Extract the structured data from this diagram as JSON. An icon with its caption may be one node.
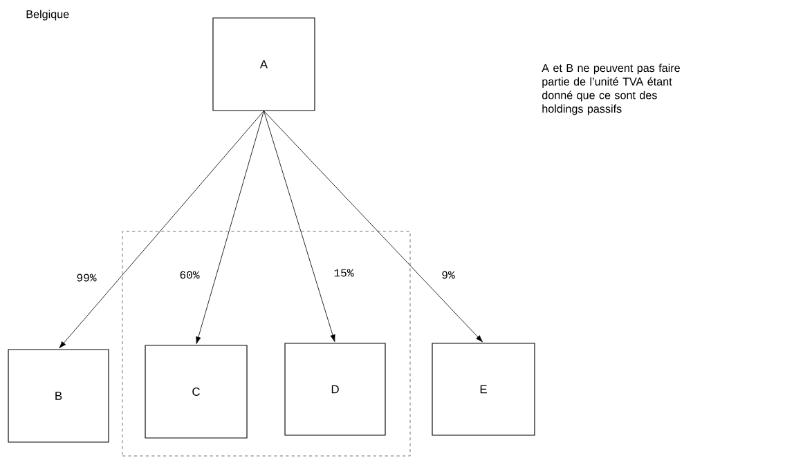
{
  "diagram": {
    "nodes": [
      {
        "text": [
          "A"
        ]
      },
      {
        "text": [
          "B"
        ]
      },
      {
        "text": [],
        "shape": "box"
      },
      {
        "text": [
          "C"
        ],
        "in": 2
      },
      {
        "text": [
          "D"
        ],
        "in": 2
      },
      {
        "text": [
          "E"
        ]
      }
    ],
    "edges": [
      {
        "from": 0,
        "to": 1,
        "arrow": "to",
        "label": "99%"
      },
      {
        "from": 0,
        "to": 3,
        "arrow": "to",
        "label": "60%"
      },
      {
        "from": 0,
        "to": 4,
        "arrow": "to",
        "label": "15%"
      },
      {
        "from": 0,
        "to": 5,
        "arrow": "to",
        "label": "9%"
      }
    ],
    "labels": [
      "Belgique",
      "A et B ne peuvent pas faire partie de l’unité TVA étant donné que ce sont des holdings passifs"
    ]
  }
}
